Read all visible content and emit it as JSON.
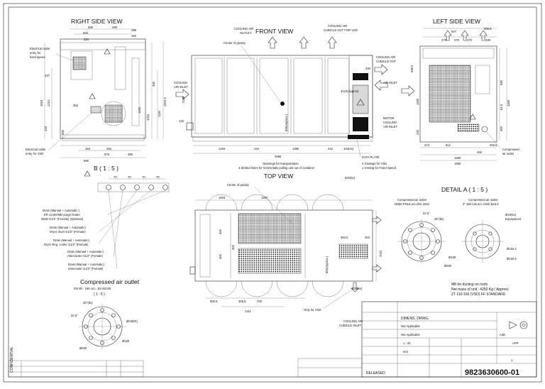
{
  "views": {
    "right_side": "RIGHT SIDE VIEW",
    "front": "FRONT VIEW",
    "left_side": "LEFT SIDE VIEW",
    "top": "TOP VIEW",
    "detail_a": "DETAIL A ( 1 : 5 )",
    "detail_b": "B ( 1 : 5 )"
  },
  "labels": {
    "cable_fixed": [
      "Electrical cable",
      "entry for",
      "fixed speed"
    ],
    "cable_vsd": [
      "Electrical cable",
      "entry for VSD"
    ],
    "center_gravity": "Center of gravity",
    "cooling_outlet": [
      "COOLING AIR",
      "OUTLET"
    ],
    "cooling_cubicle_vsd": [
      "COOLING AIR",
      "CUBICLE OUT FOR VSD"
    ],
    "cooling_inlet": [
      "COOLING",
      "AIR INLET"
    ],
    "cooling_cubicle_out": [
      "COOLING AIR",
      "CUBICLE OUT"
    ],
    "air_inlet": "AIR INLET",
    "motor_cooling": [
      "MOTOR",
      "COOLING",
      "AIR INLET"
    ],
    "data_plate": "DATA PLATE",
    "gratings": [
      "4 Gratings for VSD",
      "1 Grating for Fixed Speed"
    ],
    "openings": [
      "Openings for transportation",
      "4 Slotted holes for horizontally pulling unit out of container"
    ],
    "compressed_outlet": [
      "Compressed",
      "air outlet"
    ],
    "top_center_gravity": "Center of gravity",
    "only_vsd": "Only for VSD",
    "cooling_cubicle_inlet": [
      "COOLING AIR",
      "CUBICLE INLET"
    ],
    "flange_left_title": [
      "Compressed air outlet",
      "DN80 PN16 acc.DIN 2633"
    ],
    "flange_right_title": [
      "Compressed air outlet",
      "3\" 150 Lbs acc.ANSI B16.5"
    ],
    "equispaced": [
      "Ø19(4x)",
      "Equispaced"
    ],
    "compressed_outlet_b": [
      "Compressed air outlet",
      "DN 80 - 16K acc. JIS B2220",
      "( 1 : 5 )"
    ],
    "drains": [
      [
        "Drain (Manual + Automatic )",
        "ER cooler/MD purge heater",
        "WSD G1/2\" (Female) (Optional)"
      ],
      [
        "Drain (Manual + Automatic)",
        "Dryer drum G1/2\" (Female)"
      ],
      [
        "Drain (Manual + Automatic)",
        "Dryer Reg. cooler G1/2\" (Female)"
      ],
      [
        "Drain (Manual + Automatic)",
        "Aftercooler G1/2\" (Female)"
      ],
      [
        "Drain (Manual + Automatic)",
        "Intercooler G1/2\" (Female)"
      ]
    ],
    "notes": [
      "M8 for ducting on roofs",
      "Net mass of unit : 4250 Kg ( Approx)",
      "ZT 110-160 (VSD) FF STANDARD"
    ],
    "confidential": "CONFIDENTIAL"
  },
  "dimensions": {
    "rs_top": [
      "566",
      "290",
      "159",
      "600",
      "150",
      "234"
    ],
    "rs_left": [
      "347",
      "1663",
      "1210",
      "302",
      "418",
      "395"
    ],
    "rs_right": [
      "330",
      "1130",
      "1922.5",
      "1010",
      "1160"
    ],
    "rs_bottom": [
      "153",
      "990",
      "152",
      "570",
      "360"
    ],
    "fv": [
      "2122(Approx)",
      "330",
      "132",
      "895(Approx.)",
      "2130",
      "1294",
      "242",
      "1390",
      "242",
      "104(4x)",
      "4065"
    ],
    "ls_top": [
      "947",
      "305.5",
      "270",
      "270",
      "270",
      "330"
    ],
    "ls_side": [
      "599.5",
      "1180",
      "420",
      "590",
      "81.5",
      "300",
      "1180"
    ],
    "ls_bottom": [
      "374",
      "912",
      "452",
      "253.5",
      "1580",
      "1660"
    ],
    "b_spacing": [
      "70",
      "70",
      "70",
      "70"
    ],
    "tv": [
      "632(6x)",
      "1003",
      "1207",
      "584.5",
      "204",
      "2022",
      "632(6x)",
      "950.5",
      "305.5",
      "700",
      "1311",
      "300",
      "300",
      "300",
      "800(Approx.)"
    ],
    "flange_left": [
      "22.5°",
      "45°(8x)",
      "Ø160",
      "Ø200"
    ],
    "flange_right": [
      "Ø152.4",
      "Ø190.5"
    ],
    "flange_b": [
      "45°(8x)",
      "22.5°",
      "Ø23(8X)",
      "Ø160",
      "Ø200"
    ]
  },
  "title_block": {
    "desc": "DIMENS. DRWG.",
    "row2": "Not Applicable",
    "row3": "Not Applicable",
    "scale": "1 : 20",
    "units": "mm",
    "format": "A3D",
    "sheet": "1",
    "status": "RELEASED",
    "drawing_no": "9823630600-01",
    "rev_tag": "APP"
  }
}
